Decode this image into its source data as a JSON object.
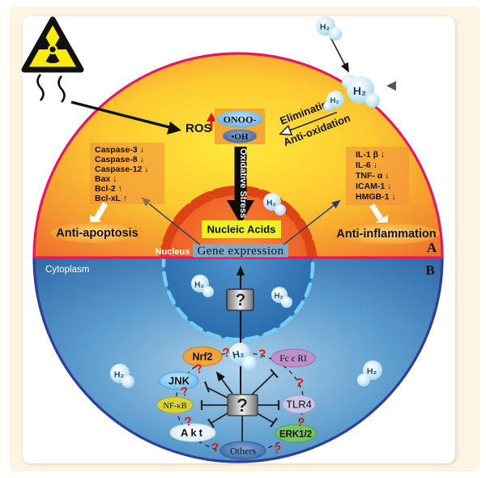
{
  "figure": {
    "panel_labels": {
      "a": "A",
      "b": "B"
    },
    "compartments": {
      "nucleus": "Nucleus",
      "cytoplasm": "Cytoplasm"
    },
    "stressor": {
      "ros": "ROS",
      "onoo": "ONOO-",
      "oh": "•OH",
      "oxidative_stress": "Oxidative Stress"
    },
    "hydrogen": {
      "label": "H₂",
      "eliminating": "Eliminating",
      "anti_oxidation": "Anti-oxidation"
    },
    "nucleus_content": {
      "nucleic_acids": "Nucleic Acids",
      "gene_expression": "Gene expression"
    },
    "outcomes": {
      "anti_apoptosis": "Anti-apoptosis",
      "anti_inflammation": "Anti-inflammation"
    },
    "apoptosis_markers": [
      "Caspase-3 ↓",
      "Caspase-8 ↓",
      "Caspase-12 ↓",
      "Bax ↓",
      "Bcl-2 ↑",
      "Bcl-xL ↑"
    ],
    "inflammation_markers": [
      "IL-1 β ↓",
      "IL-6 ↓",
      "TNF- α ↓",
      "ICAM-1 ↓",
      "HMGB-1 ↓"
    ],
    "signaling": {
      "unknown": "?",
      "nrf2": "Nrf2",
      "fceri": "Fc ε RI",
      "jnk": "JNK",
      "nfkb": "NF-κB",
      "akt": "Akt",
      "others": "Others",
      "erk12": "ERK1/2",
      "tlr4": "TLR4"
    },
    "colors": {
      "membrane_upper": "#e8175d",
      "membrane_lower": "#2b3f9b",
      "radical_box": "#f6a631",
      "nucleic_acids_box": "#eef222",
      "gene_expression_box": "#7fa9c6",
      "nrf2": "#f2a33c",
      "fceri": "#bd90cc",
      "nfkb": "#d8d433",
      "tlr4": "#ccc5e6",
      "erk12": "#77c35c",
      "question_red": "#e31313",
      "ros_arrow_red": "#e01212"
    }
  }
}
